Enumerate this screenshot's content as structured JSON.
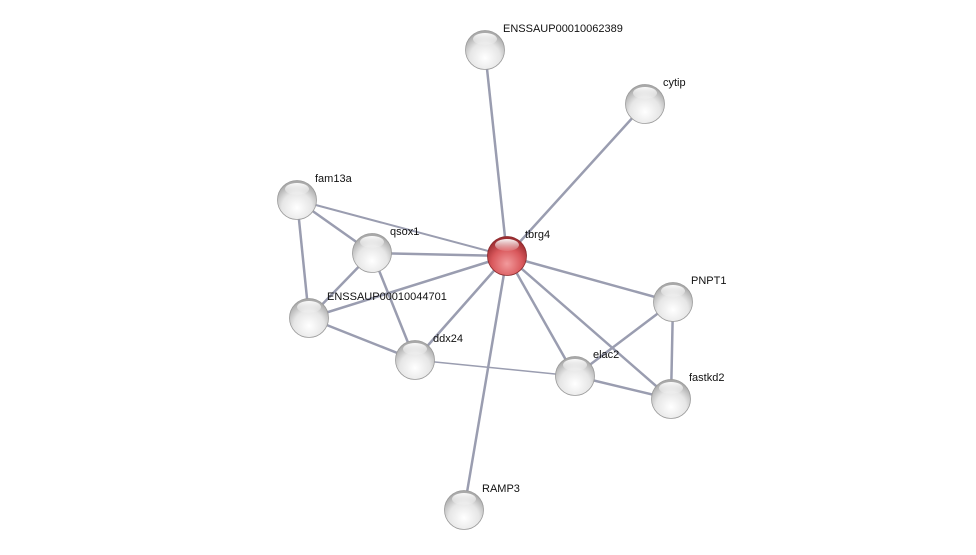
{
  "network": {
    "colors": {
      "query_node": "#d9585c",
      "other_node": "#e4e4e4",
      "edge": "#9a9db0"
    },
    "nodes": [
      {
        "id": "ENSSAUP00010062389",
        "label": "ENSSAUP00010062389",
        "query": false
      },
      {
        "id": "cytip",
        "label": "cytip",
        "query": false
      },
      {
        "id": "fam13a",
        "label": "fam13a",
        "query": false
      },
      {
        "id": "qsox1",
        "label": "qsox1",
        "query": false
      },
      {
        "id": "tbrg4",
        "label": "tbrg4",
        "query": true
      },
      {
        "id": "ENSSAUP00010044701",
        "label": "ENSSAUP00010044701",
        "query": false
      },
      {
        "id": "PNPT1",
        "label": "PNPT1",
        "query": false
      },
      {
        "id": "ddx24",
        "label": "ddx24",
        "query": false
      },
      {
        "id": "elac2",
        "label": "elac2",
        "query": false
      },
      {
        "id": "fastkd2",
        "label": "fastkd2",
        "query": false
      },
      {
        "id": "RAMP3",
        "label": "RAMP3",
        "query": false
      }
    ],
    "edges": [
      [
        "tbrg4",
        "ENSSAUP00010062389"
      ],
      [
        "tbrg4",
        "cytip"
      ],
      [
        "tbrg4",
        "fam13a"
      ],
      [
        "tbrg4",
        "qsox1"
      ],
      [
        "tbrg4",
        "ENSSAUP00010044701"
      ],
      [
        "tbrg4",
        "ddx24"
      ],
      [
        "tbrg4",
        "RAMP3"
      ],
      [
        "tbrg4",
        "PNPT1"
      ],
      [
        "tbrg4",
        "elac2"
      ],
      [
        "tbrg4",
        "fastkd2"
      ],
      [
        "fam13a",
        "qsox1"
      ],
      [
        "fam13a",
        "ENSSAUP00010044701"
      ],
      [
        "qsox1",
        "ENSSAUP00010044701"
      ],
      [
        "qsox1",
        "ddx24"
      ],
      [
        "ENSSAUP00010044701",
        "ddx24"
      ],
      [
        "ddx24",
        "elac2"
      ],
      [
        "elac2",
        "fastkd2"
      ],
      [
        "PNPT1",
        "elac2"
      ],
      [
        "PNPT1",
        "fastkd2"
      ]
    ]
  }
}
